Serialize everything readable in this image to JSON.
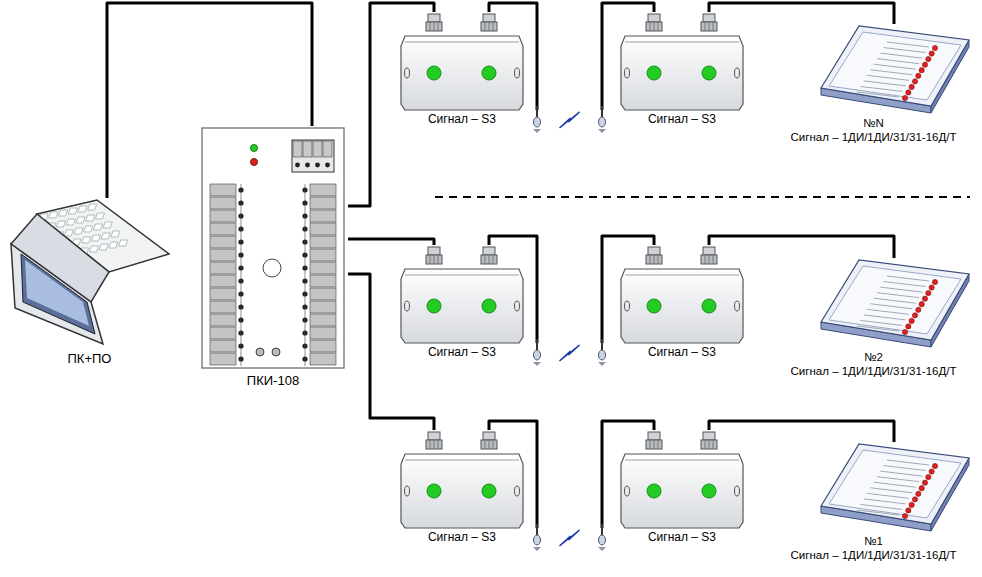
{
  "diagram": {
    "nodes": [
      {
        "text": [
          "ПК+ПО"
        ]
      },
      {
        "text": [
          "ПКИ-108"
        ]
      },
      {
        "text": [
          "Сигнал – S3"
        ]
      },
      {
        "text": [
          "Сигнал – S3"
        ]
      },
      {
        "text": [
          "№N",
          "Сигнал – 1ДИ/1ДИ/31/31-16Д/Т"
        ]
      },
      {
        "text": [
          "Сигнал – S3"
        ]
      },
      {
        "text": [
          "Сигнал – S3"
        ]
      },
      {
        "text": [
          "№2",
          "Сигнал – 1ДИ/1ДИ/31/31-16Д/Т"
        ]
      },
      {
        "text": [
          "Сигнал – S3"
        ]
      },
      {
        "text": [
          "Сигнал – S3"
        ]
      },
      {
        "text": [
          "№1",
          "Сигнал – 1ДИ/1ДИ/31/31-16Д/Т"
        ]
      }
    ],
    "edges": [
      {
        "from": 0,
        "to": 1,
        "arrow": "none"
      },
      {
        "from": 1,
        "to": 2,
        "arrow": "none"
      },
      {
        "from": 1,
        "to": 5,
        "arrow": "none"
      },
      {
        "from": 1,
        "to": 8,
        "arrow": "none"
      },
      {
        "from": 3,
        "to": 4,
        "arrow": "none"
      },
      {
        "from": 6,
        "to": 7,
        "arrow": "none"
      },
      {
        "from": 9,
        "to": 10,
        "arrow": "none"
      }
    ]
  }
}
